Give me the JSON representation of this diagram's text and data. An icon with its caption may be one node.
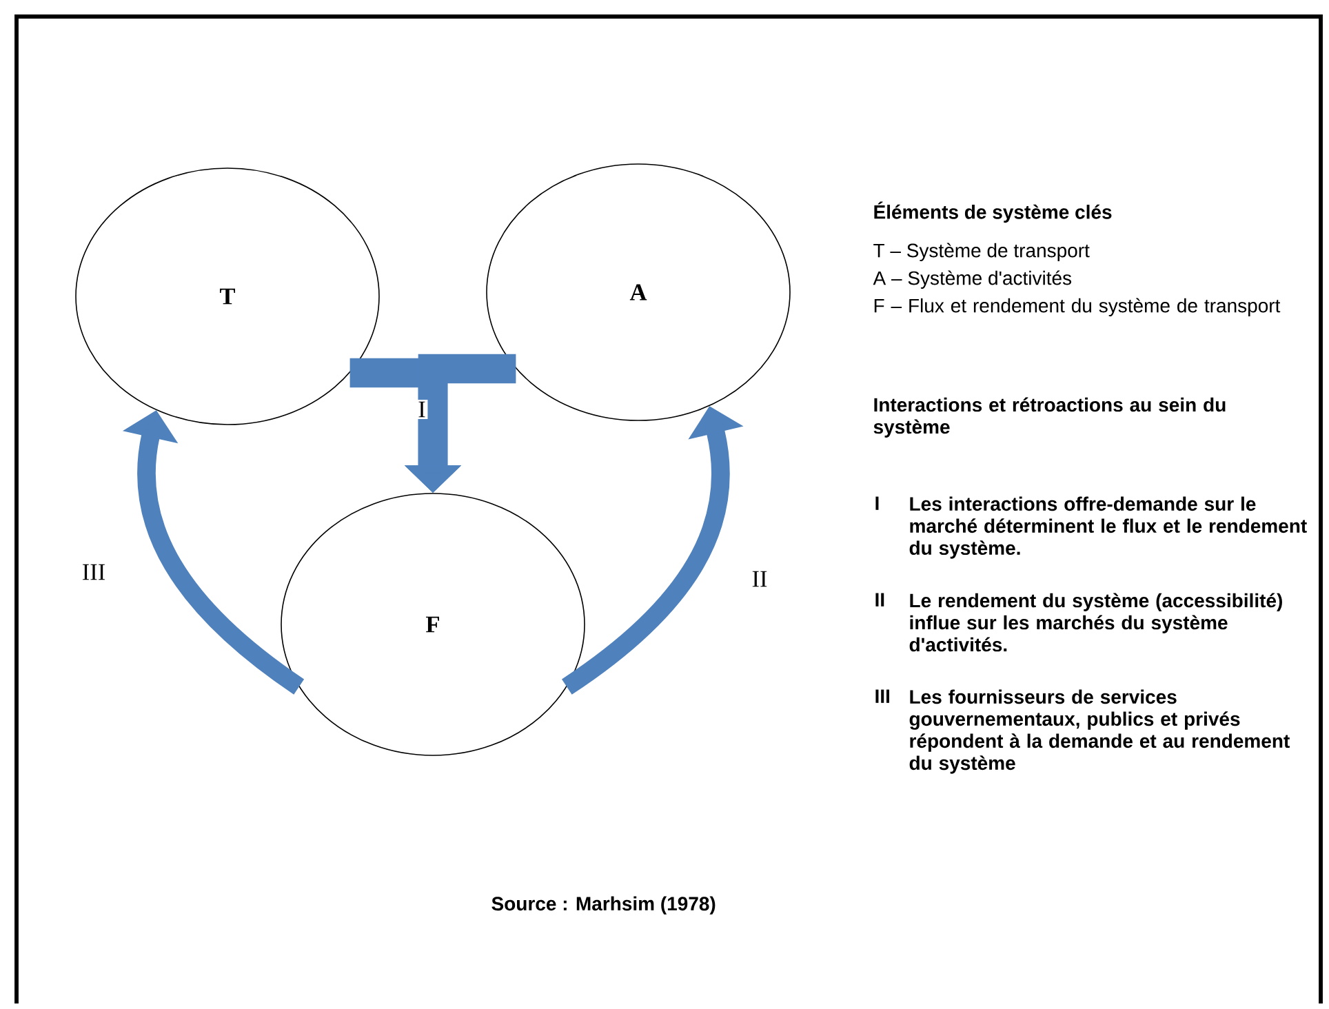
{
  "diagram": {
    "caption": "Source : Marhsim (1978)",
    "nodes": [
      {
        "text": [
          "T"
        ]
      },
      {
        "text": [
          "A"
        ]
      },
      {
        "text": [
          "F"
        ]
      }
    ],
    "edges": [
      {
        "from": 0,
        "to": 2,
        "arrow": "to",
        "label": "I"
      },
      {
        "from": 1,
        "to": 2,
        "arrow": "to"
      },
      {
        "from": 2,
        "to": 0,
        "arrow": "to",
        "label": "III"
      },
      {
        "from": 2,
        "to": 1,
        "arrow": "to",
        "label": "II"
      }
    ],
    "labels": [
      "Éléments de système clés",
      "T – Système de transport",
      "A – Système d'activités",
      "F – Flux et rendement du système de transport",
      "Interactions et rétroactions au sein du système",
      "I",
      "Les interactions offre-demande sur le marché déterminent le flux et le rendement du système.",
      "II",
      "Le rendement du système (accessibilité) influe sur les marchés du système d'activités.",
      "III",
      "Les fournisseurs de services gouvernementaux, publics et privés répondent à la demande et au rendement du système"
    ]
  }
}
